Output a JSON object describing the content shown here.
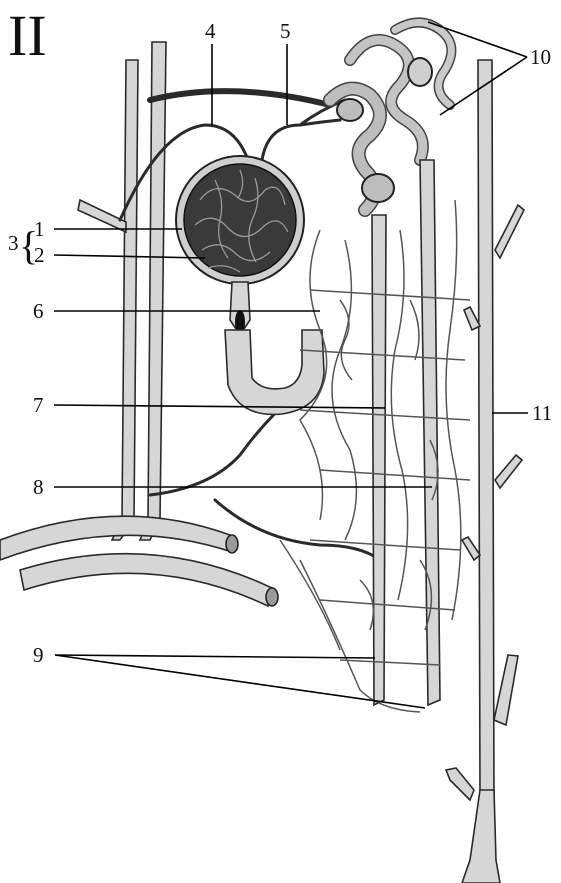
{
  "figure": {
    "panel_label": "II",
    "labels": [
      "1",
      "2",
      "3",
      "4",
      "5",
      "6",
      "7",
      "8",
      "9",
      "10",
      "11"
    ]
  }
}
